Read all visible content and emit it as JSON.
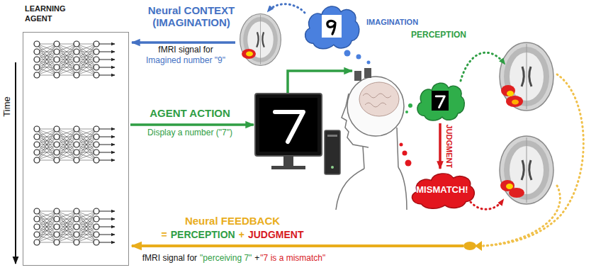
{
  "diagram": {
    "nodes": [
      {
        "text": [
          "LEARNING AGENT"
        ]
      },
      {
        "text": [
          "IMAGINATION"
        ]
      },
      {
        "text": [
          "PERCEPTION"
        ]
      },
      {
        "text": [
          "MISMATCH!"
        ]
      }
    ],
    "edges": [
      {
        "from": 2,
        "to": 3,
        "arrow": "to",
        "label": "JUDGMENT"
      }
    ],
    "labels": [
      "Neural CONTEXT (IMAGINATION)",
      "fMRI signal for",
      "Imagined number \"9\"",
      "Time",
      "AGENT ACTION",
      "Display a number (\"7\")",
      "Neural FEEDBACK",
      "=",
      "PERCEPTION",
      "+",
      "JUDGMENT",
      "fMRI signal for",
      "\"perceiving 7\"",
      "+",
      "\"7 is a mismatch\""
    ]
  }
}
